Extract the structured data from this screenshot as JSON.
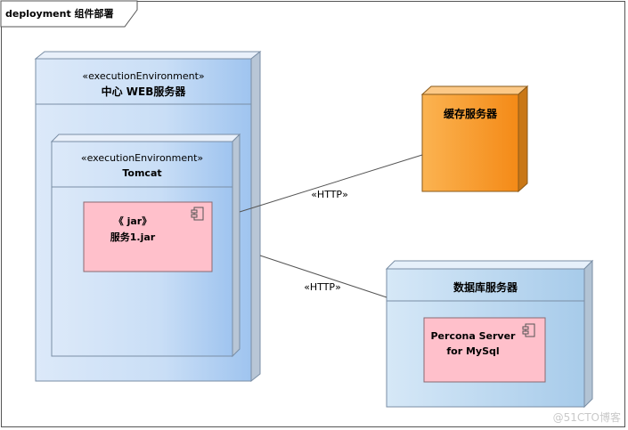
{
  "frame_title": "deployment 组件部署",
  "nodes": {
    "central": {
      "stereotype": "«executionEnvironment»",
      "name": "中心 WEB服务器"
    },
    "tomcat": {
      "stereotype": "«executionEnvironment»",
      "name": "Tomcat"
    },
    "jar": {
      "stereotype": "《 jar》",
      "name": "服务1.jar"
    },
    "cache": {
      "name": "缓存服务器"
    },
    "db": {
      "name": "数据库服务器"
    },
    "percona": {
      "name_line1": "Percona Server",
      "name_line2": "for MySql"
    }
  },
  "connectors": [
    {
      "label": "«HTTP»"
    },
    {
      "label": "«HTTP»"
    }
  ],
  "colors": {
    "blue_fill": "#cfe3f7",
    "blue_dark": "#a9c9ec",
    "orange": "#f59a2b",
    "pink": "#ffc0cb",
    "pink_inner": "#ffb6c8"
  },
  "watermark": "@51CTO博客"
}
